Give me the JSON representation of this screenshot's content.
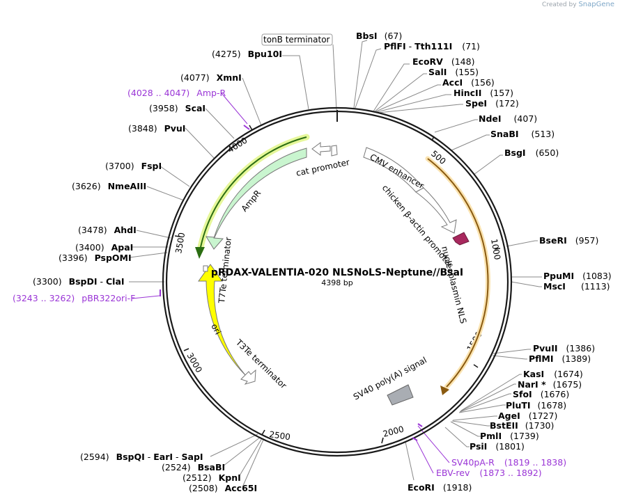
{
  "brand": {
    "created_by": "Created by",
    "name": "SnapGene"
  },
  "plasmid": {
    "name": "pRDAX-VALENTIA-020   NLSNoLS-Neptune//BsaI",
    "size": "4398 bp"
  },
  "colors": {
    "backbone": "#1a1a1a",
    "primer": "#9a35d6",
    "amp": "#c9f5cf",
    "amp_highlight": "#b7e05a",
    "ori": "#ffff00",
    "cmv": "#ffffff",
    "nls": "#a8285e",
    "orange_feature": "#f5c266",
    "sv40": "#a9adb3"
  },
  "ticks": [
    "500",
    "1000",
    "1500",
    "2000",
    "2500",
    "3000",
    "3500",
    "4000"
  ],
  "features": {
    "tonb": "tonB terminator",
    "cat": "cat promoter",
    "ampr": "AmpR",
    "cmv": "CMV enhancer",
    "chicken": "chicken β-actin promoter",
    "nucleo": "nucleoplasmin NLS",
    "t7te": "T7Te terminator",
    "ori": "ori",
    "t3te": "T3Te terminator",
    "sv40": "SV40 poly(A) signal"
  },
  "sites_right": [
    {
      "name": "BbsI",
      "pos": "(67)"
    },
    {
      "name": "PflFI",
      "name2": "Tth111I",
      "pos": "(71)"
    },
    {
      "name": "EcoRV",
      "pos": "(148)"
    },
    {
      "name": "SalI",
      "pos": "(155)"
    },
    {
      "name": "AccI",
      "pos": "(156)"
    },
    {
      "name": "HincII",
      "pos": "(157)"
    },
    {
      "name": "SpeI",
      "pos": "(172)"
    },
    {
      "name": "NdeI",
      "pos": "(407)"
    },
    {
      "name": "SnaBI",
      "pos": "(513)"
    },
    {
      "name": "BsgI",
      "pos": "(650)"
    },
    {
      "name": "BseRI",
      "pos": "(957)"
    },
    {
      "name": "PpuMI",
      "pos": "(1083)"
    },
    {
      "name": "MscI",
      "pos": "(1113)"
    },
    {
      "name": "PvuII",
      "pos": "(1386)"
    },
    {
      "name": "PflMI",
      "pos": "(1389)"
    },
    {
      "name": "KasI",
      "pos": "(1674)"
    },
    {
      "name": "NarI *",
      "pos": "(1675)"
    },
    {
      "name": "SfoI",
      "pos": "(1676)"
    },
    {
      "name": "PluTI",
      "pos": "(1678)"
    },
    {
      "name": "AgeI",
      "pos": "(1727)"
    },
    {
      "name": "BstEII",
      "pos": "(1730)"
    },
    {
      "name": "PmlI",
      "pos": "(1739)"
    },
    {
      "name": "PsiI",
      "pos": "(1801)"
    },
    {
      "name": "EcoRI",
      "pos": "(1918)"
    }
  ],
  "sites_left": [
    {
      "name": "Bpu10I",
      "pos": "(4275)"
    },
    {
      "name": "XmnI",
      "pos": "(4077)"
    },
    {
      "name": "ScaI",
      "pos": "(3958)"
    },
    {
      "name": "PvuI",
      "pos": "(3848)"
    },
    {
      "name": "FspI",
      "pos": "(3700)"
    },
    {
      "name": "NmeAIII",
      "pos": "(3626)"
    },
    {
      "name": "AhdI",
      "pos": "(3478)"
    },
    {
      "name": "ApaI",
      "pos": "(3400)"
    },
    {
      "name": "PspOMI",
      "pos": "(3396)"
    },
    {
      "name": "BspDI",
      "name2": "ClaI",
      "pos": "(3300)"
    },
    {
      "name": "BspQI",
      "name2": "EarI",
      "name3": "SapI",
      "pos": "(2594)"
    },
    {
      "name": "BsaBI",
      "pos": "(2524)"
    },
    {
      "name": "KpnI",
      "pos": "(2512)"
    },
    {
      "name": "Acc65I",
      "pos": "(2508)"
    }
  ],
  "primers": [
    {
      "name": "Amp-R",
      "range": "(4028 .. 4047)"
    },
    {
      "name": "pBR322ori-F",
      "range": "(3243 .. 3262)"
    },
    {
      "name": "SV40pA-R",
      "range": "(1819 .. 1838)"
    },
    {
      "name": "EBV-rev",
      "range": "(1873 .. 1892)"
    }
  ]
}
